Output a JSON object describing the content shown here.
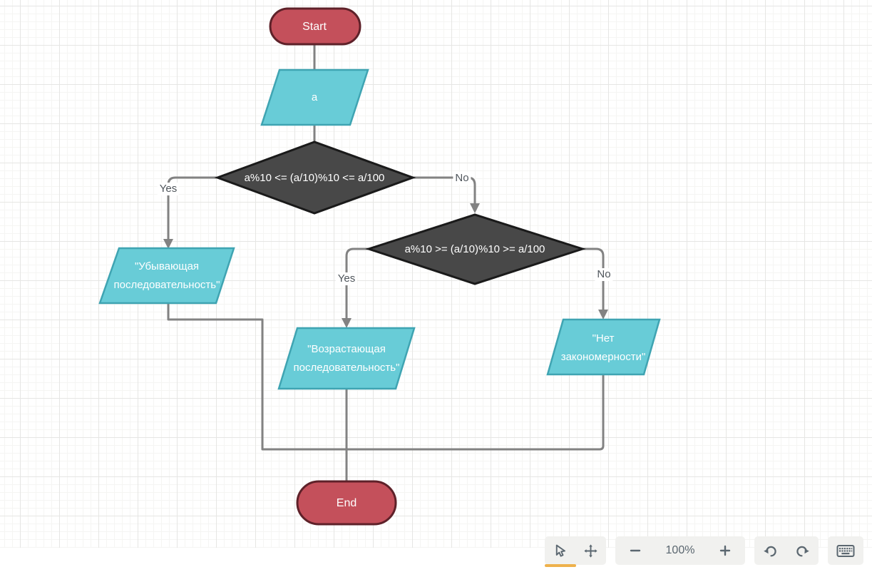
{
  "diagram": {
    "nodes": {
      "start": {
        "type": "terminator",
        "label": "Start"
      },
      "input_a": {
        "type": "data",
        "label": "a"
      },
      "decision1": {
        "type": "decision",
        "label": "a%10 <= (a/10)%10 <= a/100"
      },
      "out_decreasing": {
        "type": "data",
        "label": "\"Убывающая последовательность\""
      },
      "decision2": {
        "type": "decision",
        "label": "a%10 >= (a/10)%10 >= a/100"
      },
      "out_increasing": {
        "type": "data",
        "label": "\"Возрастающая последовательность\""
      },
      "out_nopattern": {
        "type": "data",
        "label": "\"Нет закономерности\""
      },
      "end": {
        "type": "terminator",
        "label": "End"
      }
    },
    "edge_labels": {
      "d1_yes": "Yes",
      "d1_no": "No",
      "d2_yes": "Yes",
      "d2_no": "No"
    }
  },
  "toolbar": {
    "zoom_level": "100%",
    "buttons": {
      "select": "select-tool",
      "pan": "pan-tool",
      "zoom_out": "zoom-out",
      "zoom_in": "zoom-in",
      "undo": "undo",
      "redo": "redo",
      "keyboard": "keyboard-shortcuts"
    },
    "active_tool": "select-tool"
  },
  "colors": {
    "terminator_fill": "#c4505b",
    "terminator_stroke": "#5e2129",
    "data_fill": "#68ccd7",
    "data_stroke": "#3fa4b2",
    "decision_fill": "#484848",
    "decision_stroke": "#1a1a1a",
    "connector": "#828282",
    "active_tool_underline": "#eeb14c"
  }
}
